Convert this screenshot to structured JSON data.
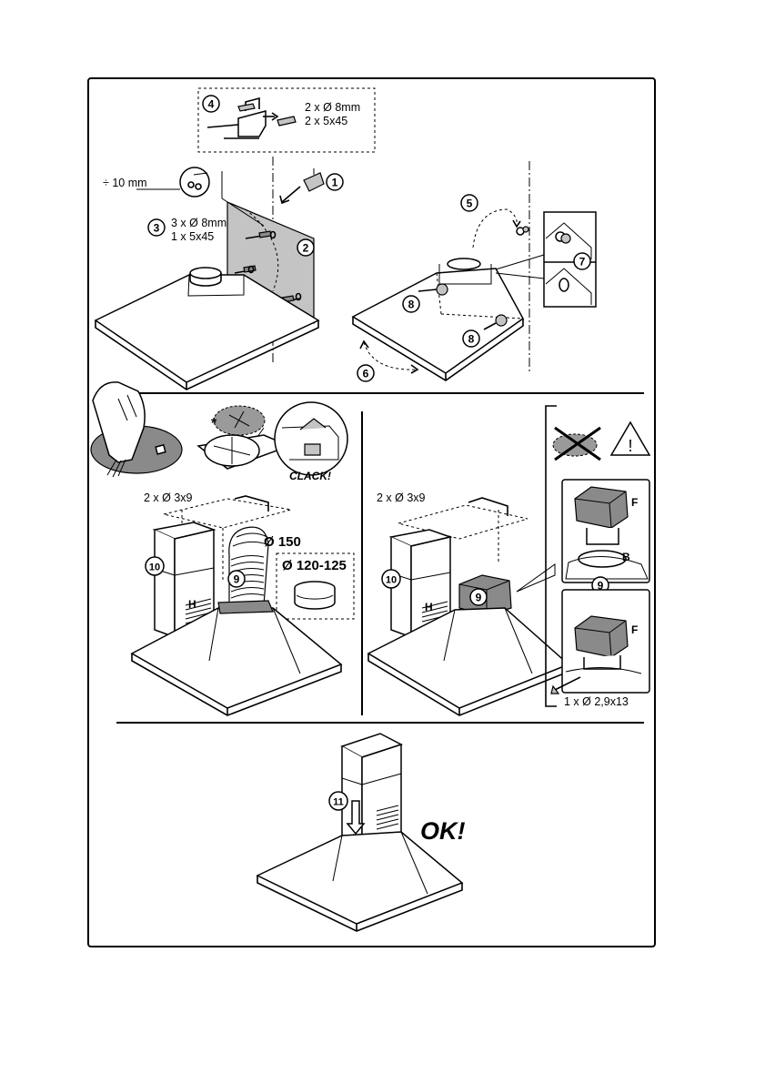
{
  "step1": {
    "n1": "1",
    "n2": "2",
    "n3": "3",
    "n4": "4",
    "n5": "5",
    "n6": "6",
    "n7": "7",
    "n8a": "8",
    "n8b": "8",
    "dim_10mm": "÷ 10 mm",
    "fix4_line1": "2 x Ø 8mm",
    "fix4_line2": "2 x 5x45",
    "fix3_line1": "3 x Ø 8mm",
    "fix3_line2": "1 x 5x45"
  },
  "step2": {
    "clack": "CLACK!",
    "star": "*",
    "screws_left": "2 x Ø 3x9",
    "screws_right": "2 x Ø 3x9",
    "n9a": "9",
    "n9b": "9",
    "n9c": "9",
    "n10a": "10",
    "n10b": "10",
    "h_left": "H",
    "h_right": "H",
    "dia150": "Ø 150",
    "dia120": "Ø 120-125",
    "f_top": "F",
    "b_top": "B",
    "f_bottom": "F",
    "screw_bottom": "1 x Ø 2,9x13",
    "warning_mark": "!"
  },
  "step3": {
    "n11": "11",
    "ok": "OK!"
  }
}
